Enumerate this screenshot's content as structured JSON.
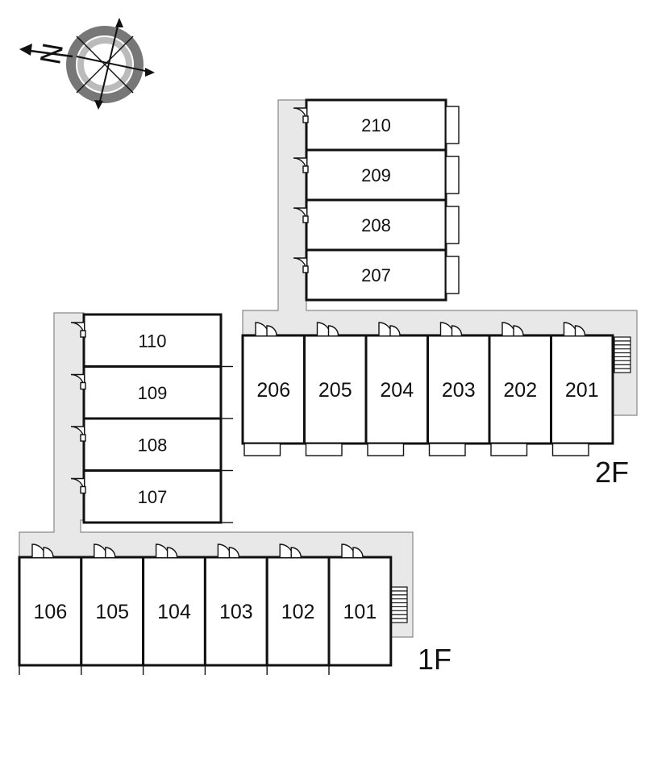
{
  "compass": {
    "north_label": "N",
    "icon": "compass-rose"
  },
  "floors": {
    "first": {
      "label": "1F",
      "units_block_a": [
        "110",
        "109",
        "108",
        "107"
      ],
      "units_block_b": [
        "106",
        "105",
        "104",
        "103",
        "102",
        "101"
      ]
    },
    "second": {
      "label": "2F",
      "units_block_a": [
        "210",
        "209",
        "208",
        "207"
      ],
      "units_block_b": [
        "206",
        "205",
        "204",
        "203",
        "202",
        "201"
      ]
    }
  },
  "colors": {
    "corridor": "#e8e8e8",
    "walls": "#111111"
  }
}
